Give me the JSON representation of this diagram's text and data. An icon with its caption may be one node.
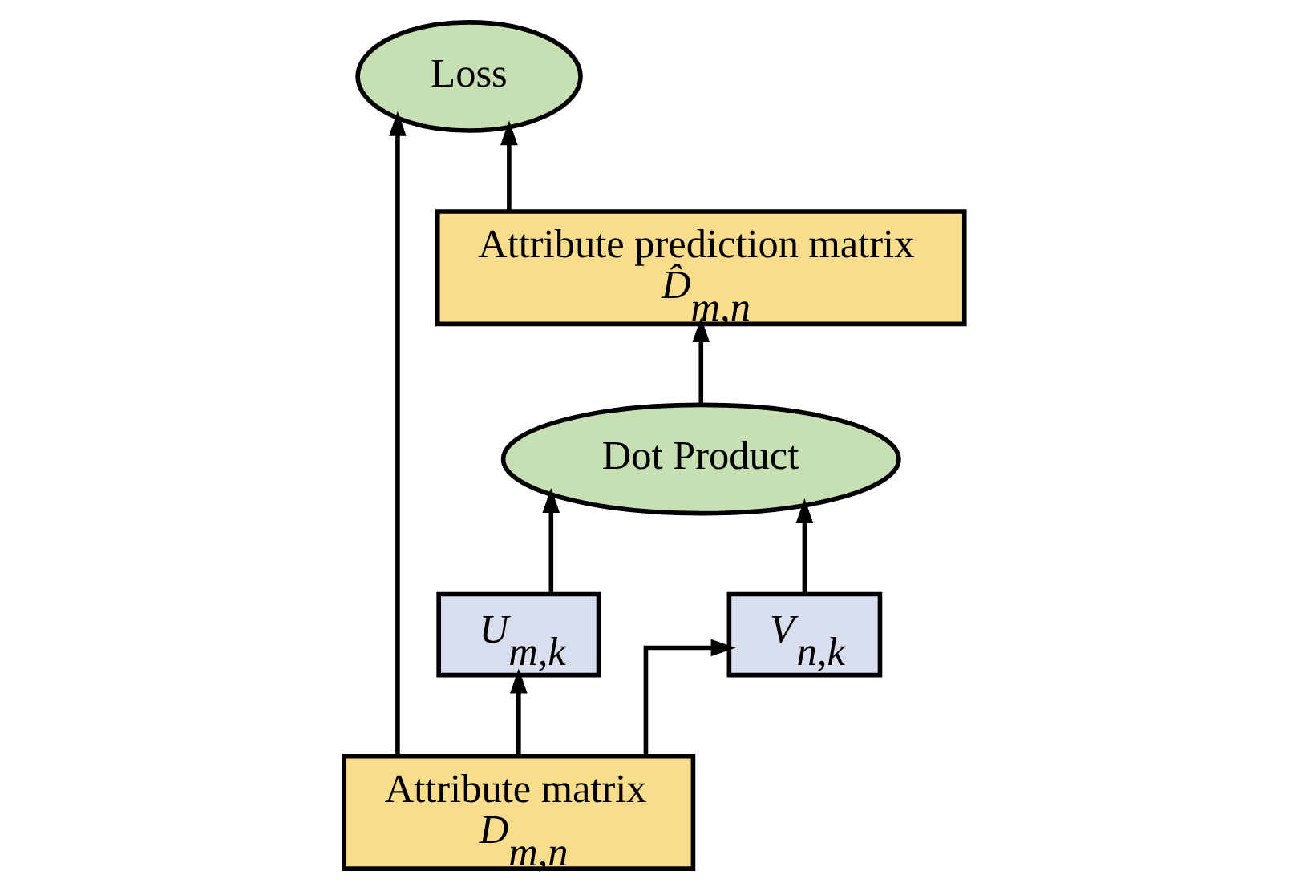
{
  "diagram": {
    "nodes": [
      {
        "text": [
          "Loss"
        ]
      },
      {
        "text": [
          "Attribute prediction matrix",
          "D̂$_{m,n}$"
        ]
      },
      {
        "text": [
          "Dot Product"
        ]
      },
      {
        "text": [
          "U$_{m,k}$"
        ]
      },
      {
        "text": [
          "V$_{n,k}$"
        ]
      },
      {
        "text": [
          "Attribute matrix",
          "D$_{m,n}$"
        ]
      }
    ],
    "edges": [
      {
        "from": 1,
        "to": 0,
        "arrow": "to"
      },
      {
        "from": 5,
        "to": 0,
        "arrow": "to"
      },
      {
        "from": 2,
        "to": 1,
        "arrow": "to"
      },
      {
        "from": 3,
        "to": 2,
        "arrow": "to"
      },
      {
        "from": 4,
        "to": 2,
        "arrow": "to"
      },
      {
        "from": 5,
        "to": 3,
        "arrow": "to"
      },
      {
        "from": 5,
        "to": 4,
        "arrow": "to"
      }
    ]
  }
}
